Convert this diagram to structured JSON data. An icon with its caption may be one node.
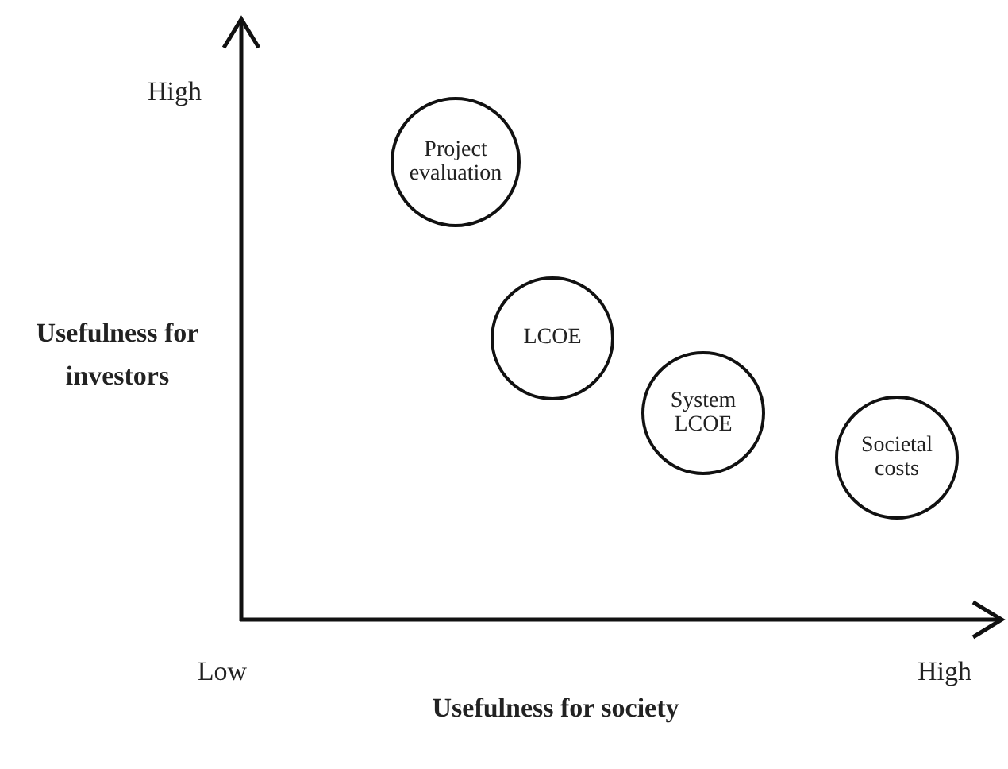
{
  "diagram": {
    "nodes": [
      {
        "text": [
          "Project evaluation"
        ]
      },
      {
        "text": [
          "LCOE"
        ]
      },
      {
        "text": [
          "System LCOE"
        ]
      },
      {
        "text": [
          "Societal costs"
        ]
      }
    ],
    "labels": [
      "High",
      "Usefulness for investors",
      "Low",
      "High",
      "Usefulness for society"
    ]
  }
}
